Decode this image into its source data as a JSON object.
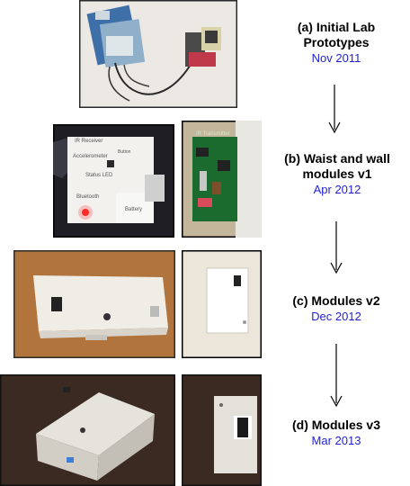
{
  "stages": [
    {
      "id": "a",
      "title_line1": "(a) Initial Lab",
      "title_line2": "Prototypes",
      "date": "Nov 2011"
    },
    {
      "id": "b",
      "title_line1": "(b) Waist and wall",
      "title_line2": "modules v1",
      "date": "Apr 2012"
    },
    {
      "id": "c",
      "title_line1": "(c) Modules v2",
      "title_line2": "",
      "date": "Dec 2012"
    },
    {
      "id": "d",
      "title_line1": "(d) Modules v3",
      "title_line2": "",
      "date": "Mar 2013"
    }
  ],
  "photo_labels": {
    "waist_module": {
      "ir_receiver": "IR Receiver",
      "accelerometer": "Accelerometer",
      "button": "Button",
      "status_led": "Status LED",
      "bluetooth": "Bluetooth",
      "battery": "Battery"
    },
    "wall_module": {
      "ir_transmitter": "IR Transmitter"
    }
  },
  "colors": {
    "date_text": "#1f1fd6",
    "arrow": "#000000"
  }
}
